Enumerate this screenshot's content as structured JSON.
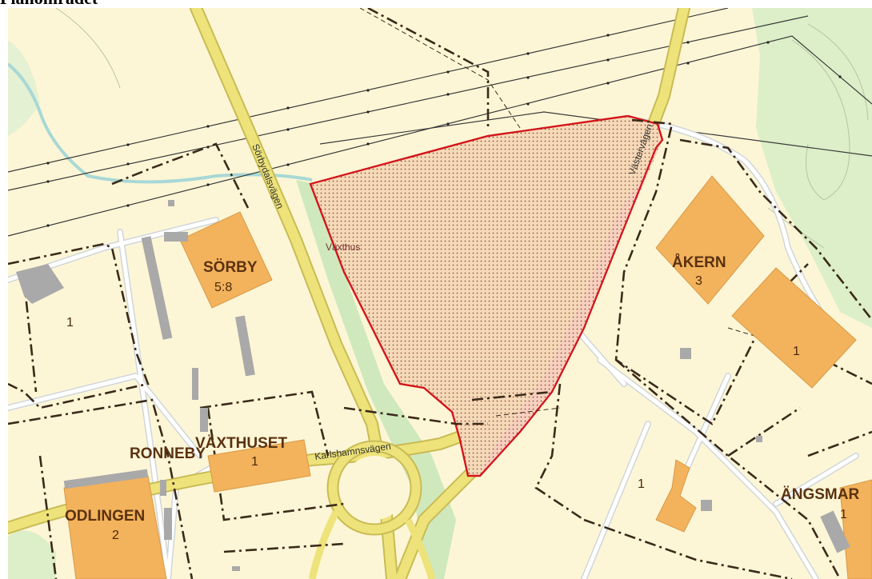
{
  "page": {
    "title": "Planområdet"
  },
  "colors": {
    "land": "#fdf6d6",
    "road": "#ede37a",
    "road_edge": "#c9bb55",
    "forest": "#dcefc8",
    "building": "#f3b25c",
    "plan_outline": "#d3151b",
    "plan_fill": "#f5d6b4",
    "property_line": "#3b2a1a"
  },
  "map": {
    "properties": [
      {
        "id": "sorby",
        "name": "SÖRBY",
        "number": "5:8"
      },
      {
        "id": "akern",
        "name": "ÅKERN",
        "number": "3"
      },
      {
        "id": "vaxthuset",
        "name": "VÄXTHUSET",
        "number": "1"
      },
      {
        "id": "ronneby",
        "name": "RONNEBY",
        "number": ""
      },
      {
        "id": "odlingen",
        "name": "ODLINGEN",
        "number": "2"
      },
      {
        "id": "angsmar",
        "name": "ÄNGSMAR",
        "number": "1"
      }
    ],
    "parcel_numbers": [
      "1",
      "1",
      "1"
    ],
    "labels": {
      "vaxthus": "Växthus",
      "karlshamnsvagen": "Karlshamnsvägen",
      "sorbydalsvagen": "Sörbydalsvägen",
      "vastervagen": "Västervägen"
    }
  }
}
